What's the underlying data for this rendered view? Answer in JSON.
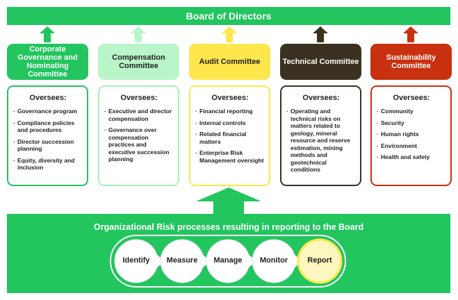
{
  "board": {
    "title": "Board of Directors"
  },
  "committees": [
    {
      "name": "Corporate Governance and Nominating Committee",
      "color": "#22c55e",
      "text_color": "#ffffff",
      "border": "#22c55e",
      "oversees_heading": "Oversees:",
      "items": [
        "Governance program",
        "Compliance policies and procedures",
        "Director succession planning",
        "Equity, diversity and inclusion"
      ]
    },
    {
      "name": "Compensation Committee",
      "color": "#b9f5c9",
      "text_color": "#1f1f1f",
      "border": "#a8efbb",
      "oversees_heading": "Oversees:",
      "items": [
        "Executive and director compensation",
        "Governance over compensation practices and executive succession planning"
      ]
    },
    {
      "name": "Audit Committee",
      "color": "#fde74c",
      "text_color": "#1f1f1f",
      "border": "#fde74c",
      "oversees_heading": "Oversees:",
      "items": [
        "Financial reporting",
        "Internal controls",
        "Related financial matters",
        "Enterprise Risk Management oversight"
      ]
    },
    {
      "name": "Technical Committee",
      "color": "#3b3120",
      "text_color": "#ffffff",
      "border": "#3b3120",
      "oversees_heading": "Oversees:",
      "items": [
        "Operating and technical risks on matters related to geology, mineral resource and reserve estimation, mining methods and geotechnical conditions"
      ]
    },
    {
      "name": "Sustainability Committee",
      "color": "#c8300f",
      "text_color": "#ffffff",
      "border": "#c8300f",
      "oversees_heading": "Oversees:",
      "items": [
        "Community",
        "Security",
        "Human rights",
        "Environment",
        "Health and safety"
      ]
    }
  ],
  "risk": {
    "title": "Organizational Risk processes resulting in reporting to the Board",
    "steps": [
      "Identify",
      "Measure",
      "Manage",
      "Monitor",
      "Report"
    ]
  }
}
